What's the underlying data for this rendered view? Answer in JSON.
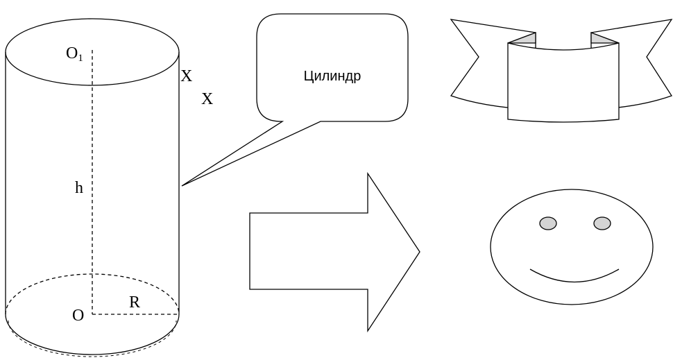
{
  "cylinder": {
    "top_center_label_main": "O",
    "top_center_label_sub": "1",
    "height_label": "h",
    "bottom_center_label": "O",
    "radius_label": "R",
    "side_marks": [
      "X",
      "X"
    ]
  },
  "callout": {
    "text": "Цилиндр"
  },
  "colors": {
    "stroke": "#000000",
    "fill": "#ffffff",
    "ribbon_fold": "#d9d9d9",
    "eye_fill": "#d4d4d4"
  },
  "icons": [
    "ribbon-banner-icon",
    "right-arrow-icon",
    "smiley-face-icon"
  ]
}
